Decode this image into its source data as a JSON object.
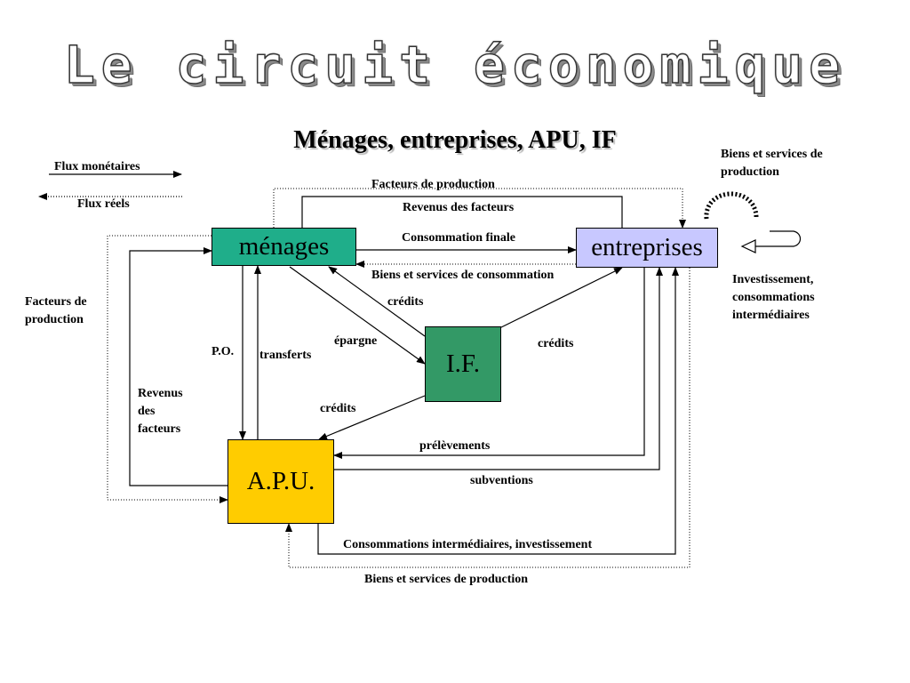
{
  "title": "Le circuit économique",
  "subtitle": "Ménages, entreprises, APU, IF",
  "legend": {
    "monetary": "Flux monétaires",
    "real": "Flux réels"
  },
  "nodes": {
    "menages": "ménages",
    "entreprises": "entreprises",
    "if": "I.F.",
    "apu": "A.P.U."
  },
  "flows": {
    "facteurs_top": "Facteurs de production",
    "revenus_top": "Revenus des facteurs",
    "consommation_finale": "Consommation finale",
    "biens_consommation": "Biens et services de consommation",
    "credits_menages": "crédits",
    "epargne": "épargne",
    "credits_entreprises": "crédits",
    "credits_apu": "crédits",
    "po": "P.O.",
    "transferts": "transferts",
    "revenus_left": "Revenus des facteurs",
    "facteurs_left": "Facteurs de production",
    "prelevements": "prélèvements",
    "subventions": "subventions",
    "consommations_inter": "Consommations intermédiaires, investissement",
    "biens_production_bottom": "Biens et services de production",
    "biens_production_right": "Biens et services de production",
    "investissement_right": "Investissement, consommations intermédiaires"
  }
}
